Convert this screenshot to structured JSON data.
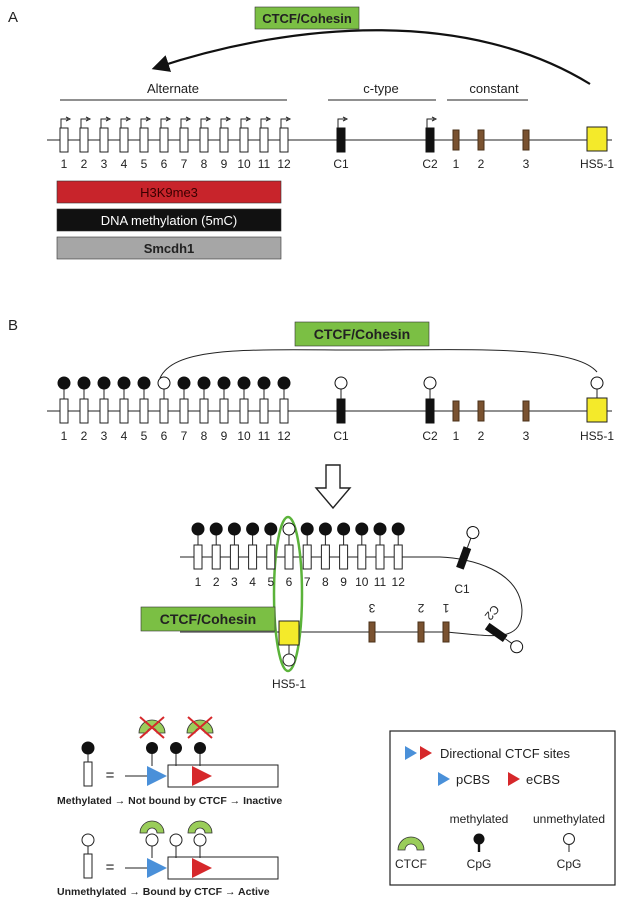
{
  "panel_a": {
    "letter": "A",
    "cohesin_label": "CTCF/Cohesin",
    "section_alternate": "Alternate",
    "section_ctype": "c-type",
    "section_constant": "constant",
    "exons_alternate": [
      "1",
      "2",
      "3",
      "4",
      "5",
      "6",
      "7",
      "8",
      "9",
      "10",
      "11",
      "12"
    ],
    "exons_ctype": [
      "C1",
      "C2"
    ],
    "exons_constant": [
      "1",
      "2",
      "3"
    ],
    "hs_label": "HS5-1",
    "marks": {
      "h3k9me3": "H3K9me3",
      "dna_methylation": "DNA methylation (5mC)",
      "smcdh1": "Smcdh1"
    }
  },
  "panel_b": {
    "letter": "B",
    "cohesin_label": "CTCF/Cohesin",
    "exons_alternate": [
      "1",
      "2",
      "3",
      "4",
      "5",
      "6",
      "7",
      "8",
      "9",
      "10",
      "11",
      "12"
    ],
    "exons_ctype": [
      "C1",
      "C2"
    ],
    "exons_constant": [
      "1",
      "2",
      "3"
    ],
    "hs_label": "HS5-1",
    "loop_cohesin_label": "CTCF/Cohesin",
    "loop_exons_top": [
      "1",
      "2",
      "3",
      "4",
      "5",
      "6",
      "7",
      "8",
      "9",
      "10",
      "11",
      "12"
    ],
    "loop_c1": "C1",
    "loop_c2": "C2",
    "loop_constant": [
      "3",
      "2",
      "1"
    ],
    "loop_hs_label": "HS5-1"
  },
  "legend": {
    "methylated_caption": "Methylated → Not bound by CTCF → Inactive",
    "unmethylated_caption": "Unmethylated → Bound by CTCF → Active",
    "equals": "=",
    "box_title": "Directional CTCF sites",
    "pcbs": "pCBS",
    "ecbs": "eCBS",
    "methylated": "methylated",
    "unmethylated": "unmethylated",
    "ctcf": "CTCF",
    "cpg_methylated": "CpG",
    "cpg_unmethylated": "CpG"
  },
  "colors": {
    "cohesin_green": "#7bbf44",
    "h3k9me3_red": "#c8242b",
    "dna_black": "#111111",
    "smcdh1_gray": "#a6a6a6",
    "constant_brown": "#7a5230",
    "hs_yellow": "#f4ea2a",
    "pcbs_blue": "#4a90d9",
    "ecbs_red": "#d6282b",
    "loop_oval_green": "#5bb33a"
  }
}
